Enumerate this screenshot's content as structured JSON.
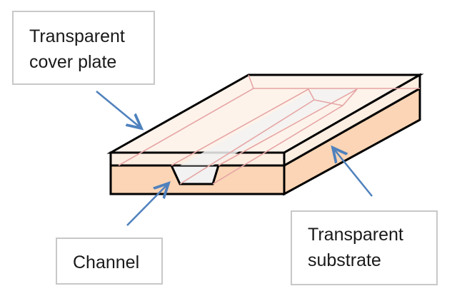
{
  "labels": {
    "cover_plate": {
      "line1": "Transparent",
      "line2": "cover plate"
    },
    "channel": {
      "text": "Channel"
    },
    "substrate": {
      "line1": "Transparent",
      "line2": "substrate"
    }
  },
  "colors": {
    "cover_top": "#fdf3ea",
    "cover_edge": "#fdeee2",
    "substrate_fill": "#fbd5b5",
    "channel_fill": "#f2f2f2",
    "channel_line": "#e6a5a5",
    "outline": "#000000",
    "arrow": "#4f81bd",
    "label_border": "#c8c8c8"
  }
}
